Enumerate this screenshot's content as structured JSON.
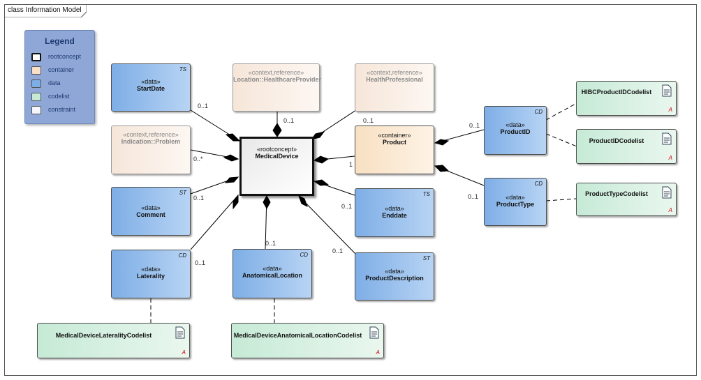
{
  "frame": {
    "title": "class Information Model"
  },
  "legend": {
    "title": "Legend",
    "items": [
      {
        "label": "rootconcept",
        "color": "#ffffff",
        "border": "#111111"
      },
      {
        "label": "container",
        "color": "#f8e0c8",
        "border": "#555555"
      },
      {
        "label": "data",
        "color": "#7eaee6",
        "border": "#555555"
      },
      {
        "label": "codelist",
        "color": "#c6ead6",
        "border": "#555555"
      },
      {
        "label": "constraint",
        "color": "#f4f6fc",
        "border": "#555555"
      }
    ]
  },
  "classes": {
    "medical_device": {
      "stereotype": "«rootconcept»",
      "name": "MedicalDevice"
    },
    "start_date": {
      "stereotype": "«data»",
      "name": "StartDate",
      "type": "TS"
    },
    "location": {
      "stereotype": "«context,reference»",
      "name": "Location::HealthcareProvider"
    },
    "health_professional": {
      "stereotype": "«context,reference»",
      "name": "HealthProfessional"
    },
    "indication": {
      "stereotype": "«context,reference»",
      "name": "Indication::Problem"
    },
    "product": {
      "stereotype": "«container»",
      "name": "Product"
    },
    "product_id": {
      "stereotype": "«data»",
      "name": "ProductID",
      "type": "CD"
    },
    "product_type": {
      "stereotype": "«data»",
      "name": "ProductType",
      "type": "CD"
    },
    "comment": {
      "stereotype": "«data»",
      "name": "Comment",
      "type": "ST"
    },
    "enddate": {
      "stereotype": "«data»",
      "name": "Enddate",
      "type": "TS"
    },
    "laterality": {
      "stereotype": "«data»",
      "name": "Laterality",
      "type": "CD"
    },
    "anatomical_location": {
      "stereotype": "«data»",
      "name": "AnatomicalLocation",
      "type": "CD"
    },
    "product_description": {
      "stereotype": "«data»",
      "name": "ProductDescription",
      "type": "ST"
    }
  },
  "codelists": {
    "hibc": {
      "name": "HIBCProductIDCodelist",
      "mark": "A"
    },
    "product_id": {
      "name": "ProductIDCodelist",
      "mark": "A"
    },
    "product_type": {
      "name": "ProductTypeCodelist",
      "mark": "A"
    },
    "laterality": {
      "name": "MedicalDeviceLateralityCodelist",
      "mark": "A"
    },
    "anatomical": {
      "name": "MedicalDeviceAnatomicalLocationCodelist",
      "mark": "A"
    }
  },
  "multiplicities": {
    "start_date": "0..1",
    "location": "0..1",
    "health_professional": "0..1",
    "indication": "0..*",
    "product": "1",
    "comment": "0..1",
    "enddate": "0..1",
    "laterality": "0..1",
    "anatomical_location": "0..1",
    "product_description": "0..1",
    "product_id": "0..1",
    "product_type": "0..1"
  },
  "colors": {
    "data": "#7eaee6",
    "container": "#f8e0c2",
    "context_reference": "#f6e6d9",
    "codelist": "#c6ead6",
    "legend_bg": "#8fa7d6"
  }
}
